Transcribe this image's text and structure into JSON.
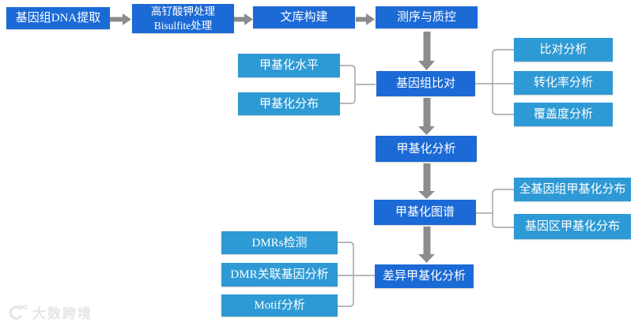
{
  "colors": {
    "primary_blue": "#1B6AD6",
    "secondary_blue": "#2E9AD5",
    "arrow_gray": "#8C8C8C",
    "connector_gray": "#A0A0A0",
    "watermark_gray": "#E5E5E5"
  },
  "diagram": {
    "top_row": {
      "dna_extraction": "基因组DNA提取",
      "treatment_line1": "高钌酸钾处理",
      "treatment_line2": "Bisulfite处理",
      "library_construction": "文库构建",
      "sequencing_qc": "测序与质控"
    },
    "main_flow": {
      "genome_alignment": "基因组比对",
      "methylation_analysis": "甲基化分析",
      "methylation_map": "甲基化图谱",
      "differential_methylation": "差异甲基化分析"
    },
    "alignment_left_outputs": [
      "甲基化水平",
      "甲基化分布"
    ],
    "alignment_right_outputs": [
      "比对分析",
      "转化率分析",
      "覆盖度分析"
    ],
    "map_right_outputs": [
      "全基因组甲基化分布",
      "基因区甲基化分布"
    ],
    "differential_left_outputs": [
      "DMRs检测",
      "DMR关联基因分析",
      "Motif分析"
    ]
  },
  "watermark": {
    "text": "大数跨境"
  }
}
